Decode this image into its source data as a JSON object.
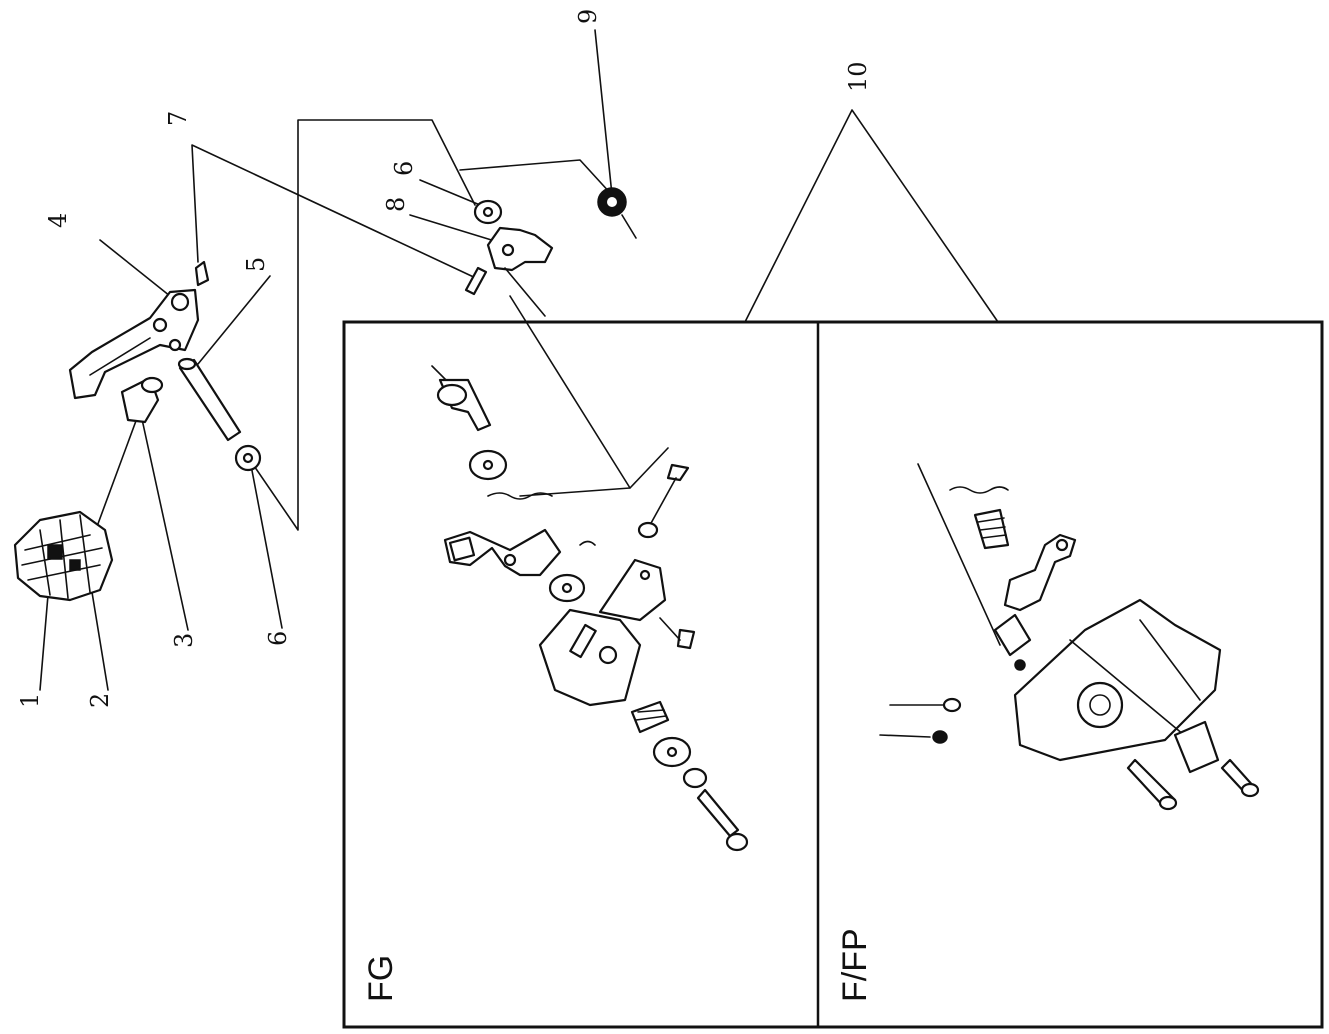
{
  "callouts": [
    {
      "id": "1",
      "text": "1"
    },
    {
      "id": "2",
      "text": "2"
    },
    {
      "id": "3",
      "text": "3"
    },
    {
      "id": "4",
      "text": "4"
    },
    {
      "id": "5",
      "text": "5"
    },
    {
      "id": "6a",
      "text": "6"
    },
    {
      "id": "6b",
      "text": "6"
    },
    {
      "id": "7",
      "text": "7"
    },
    {
      "id": "8",
      "text": "8"
    },
    {
      "id": "9",
      "text": "9"
    },
    {
      "id": "10",
      "text": "10"
    }
  ],
  "panels": {
    "left": {
      "label": "FG"
    },
    "right": {
      "label": "F/FP"
    }
  }
}
